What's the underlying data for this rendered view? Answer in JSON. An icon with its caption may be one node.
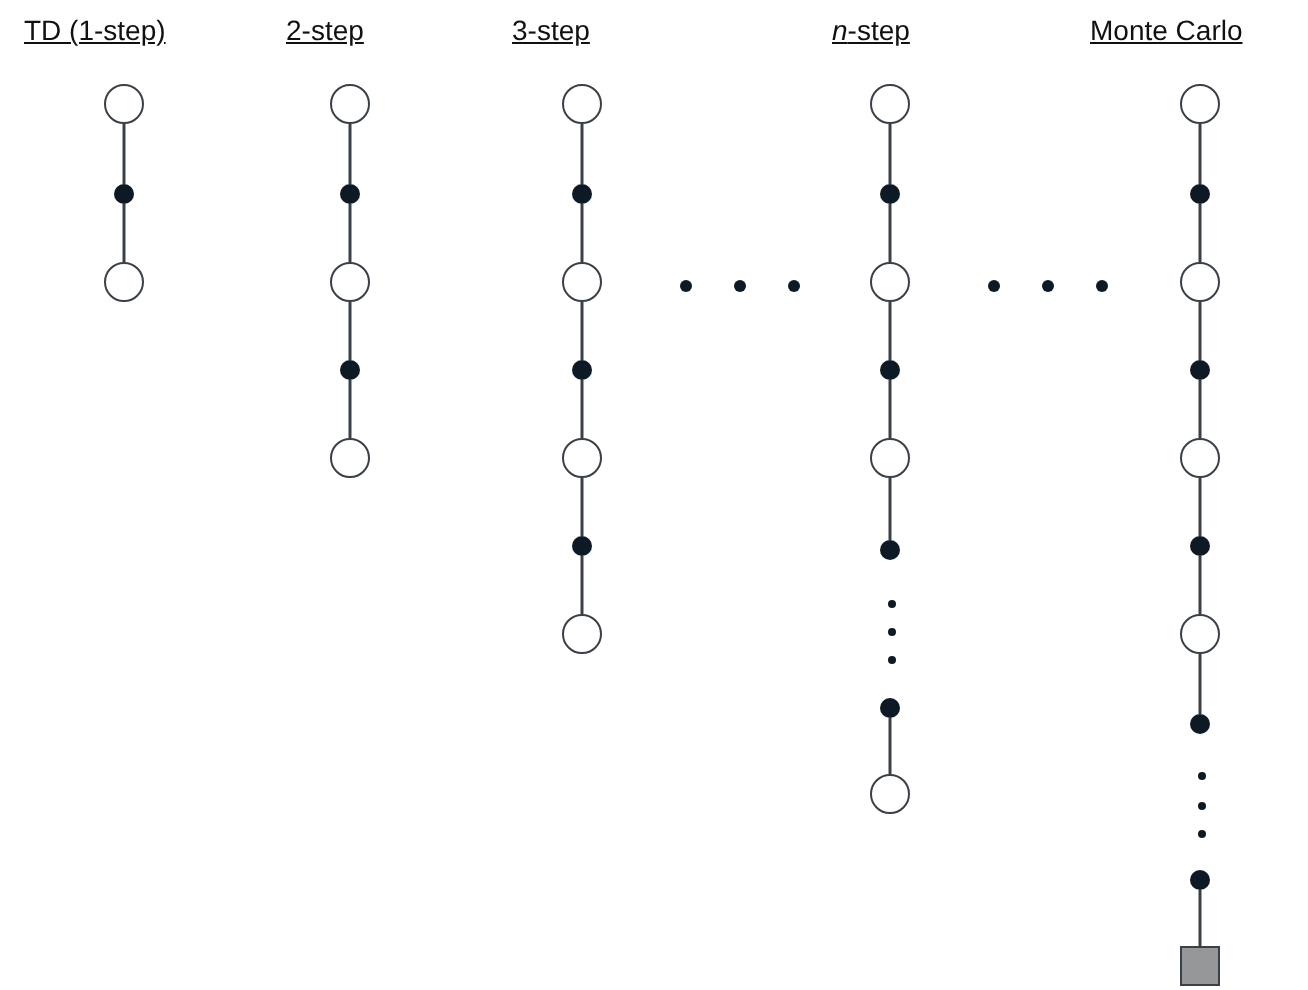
{
  "diagram": {
    "nodes": [
      {
        "text": [],
        "shape": "circle"
      },
      {
        "text": [],
        "shape": "dot"
      },
      {
        "text": [],
        "shape": "circle"
      },
      {
        "text": [],
        "shape": "circle"
      },
      {
        "text": [],
        "shape": "dot"
      },
      {
        "text": [],
        "shape": "circle"
      },
      {
        "text": [],
        "shape": "dot"
      },
      {
        "text": [],
        "shape": "circle"
      },
      {
        "text": [],
        "shape": "circle"
      },
      {
        "text": [],
        "shape": "dot"
      },
      {
        "text": [],
        "shape": "circle"
      },
      {
        "text": [],
        "shape": "dot"
      },
      {
        "text": [],
        "shape": "circle"
      },
      {
        "text": [],
        "shape": "dot"
      },
      {
        "text": [],
        "shape": "circle"
      },
      {
        "text": [],
        "shape": "circle"
      },
      {
        "text": [],
        "shape": "dot"
      },
      {
        "text": [],
        "shape": "circle"
      },
      {
        "text": [],
        "shape": "dot"
      },
      {
        "text": [],
        "shape": "circle"
      },
      {
        "text": [],
        "shape": "dot"
      },
      {
        "text": [],
        "shape": "dot"
      },
      {
        "text": [],
        "shape": "circle"
      },
      {
        "text": [],
        "shape": "circle"
      },
      {
        "text": [],
        "shape": "dot"
      },
      {
        "text": [],
        "shape": "circle"
      },
      {
        "text": [],
        "shape": "dot"
      },
      {
        "text": [],
        "shape": "circle"
      },
      {
        "text": [],
        "shape": "dot"
      },
      {
        "text": [],
        "shape": "circle"
      },
      {
        "text": [],
        "shape": "dot"
      },
      {
        "text": [],
        "shape": "dot"
      },
      {
        "text": [],
        "shape": "box"
      }
    ],
    "edges": [
      {
        "from": 0,
        "to": 1,
        "arrow": "none"
      },
      {
        "from": 1,
        "to": 2,
        "arrow": "none"
      },
      {
        "from": 3,
        "to": 4,
        "arrow": "none"
      },
      {
        "from": 4,
        "to": 5,
        "arrow": "none"
      },
      {
        "from": 5,
        "to": 6,
        "arrow": "none"
      },
      {
        "from": 6,
        "to": 7,
        "arrow": "none"
      },
      {
        "from": 8,
        "to": 9,
        "arrow": "none"
      },
      {
        "from": 9,
        "to": 10,
        "arrow": "none"
      },
      {
        "from": 10,
        "to": 11,
        "arrow": "none"
      },
      {
        "from": 11,
        "to": 12,
        "arrow": "none"
      },
      {
        "from": 12,
        "to": 13,
        "arrow": "none"
      },
      {
        "from": 13,
        "to": 14,
        "arrow": "none"
      },
      {
        "from": 15,
        "to": 16,
        "arrow": "none"
      },
      {
        "from": 16,
        "to": 17,
        "arrow": "none"
      },
      {
        "from": 17,
        "to": 18,
        "arrow": "none"
      },
      {
        "from": 18,
        "to": 19,
        "arrow": "none"
      },
      {
        "from": 19,
        "to": 20,
        "arrow": "none"
      },
      {
        "from": 21,
        "to": 22,
        "arrow": "none"
      },
      {
        "from": 23,
        "to": 24,
        "arrow": "none"
      },
      {
        "from": 24,
        "to": 25,
        "arrow": "none"
      },
      {
        "from": 25,
        "to": 26,
        "arrow": "none"
      },
      {
        "from": 26,
        "to": 27,
        "arrow": "none"
      },
      {
        "from": 27,
        "to": 28,
        "arrow": "none"
      },
      {
        "from": 28,
        "to": 29,
        "arrow": "none"
      },
      {
        "from": 29,
        "to": 30,
        "arrow": "none"
      },
      {
        "from": 31,
        "to": 32,
        "arrow": "none"
      }
    ],
    "labels": [
      "TD (1-step)",
      "2-step",
      "3-step",
      "*n*-step",
      "Monte Carlo"
    ]
  }
}
